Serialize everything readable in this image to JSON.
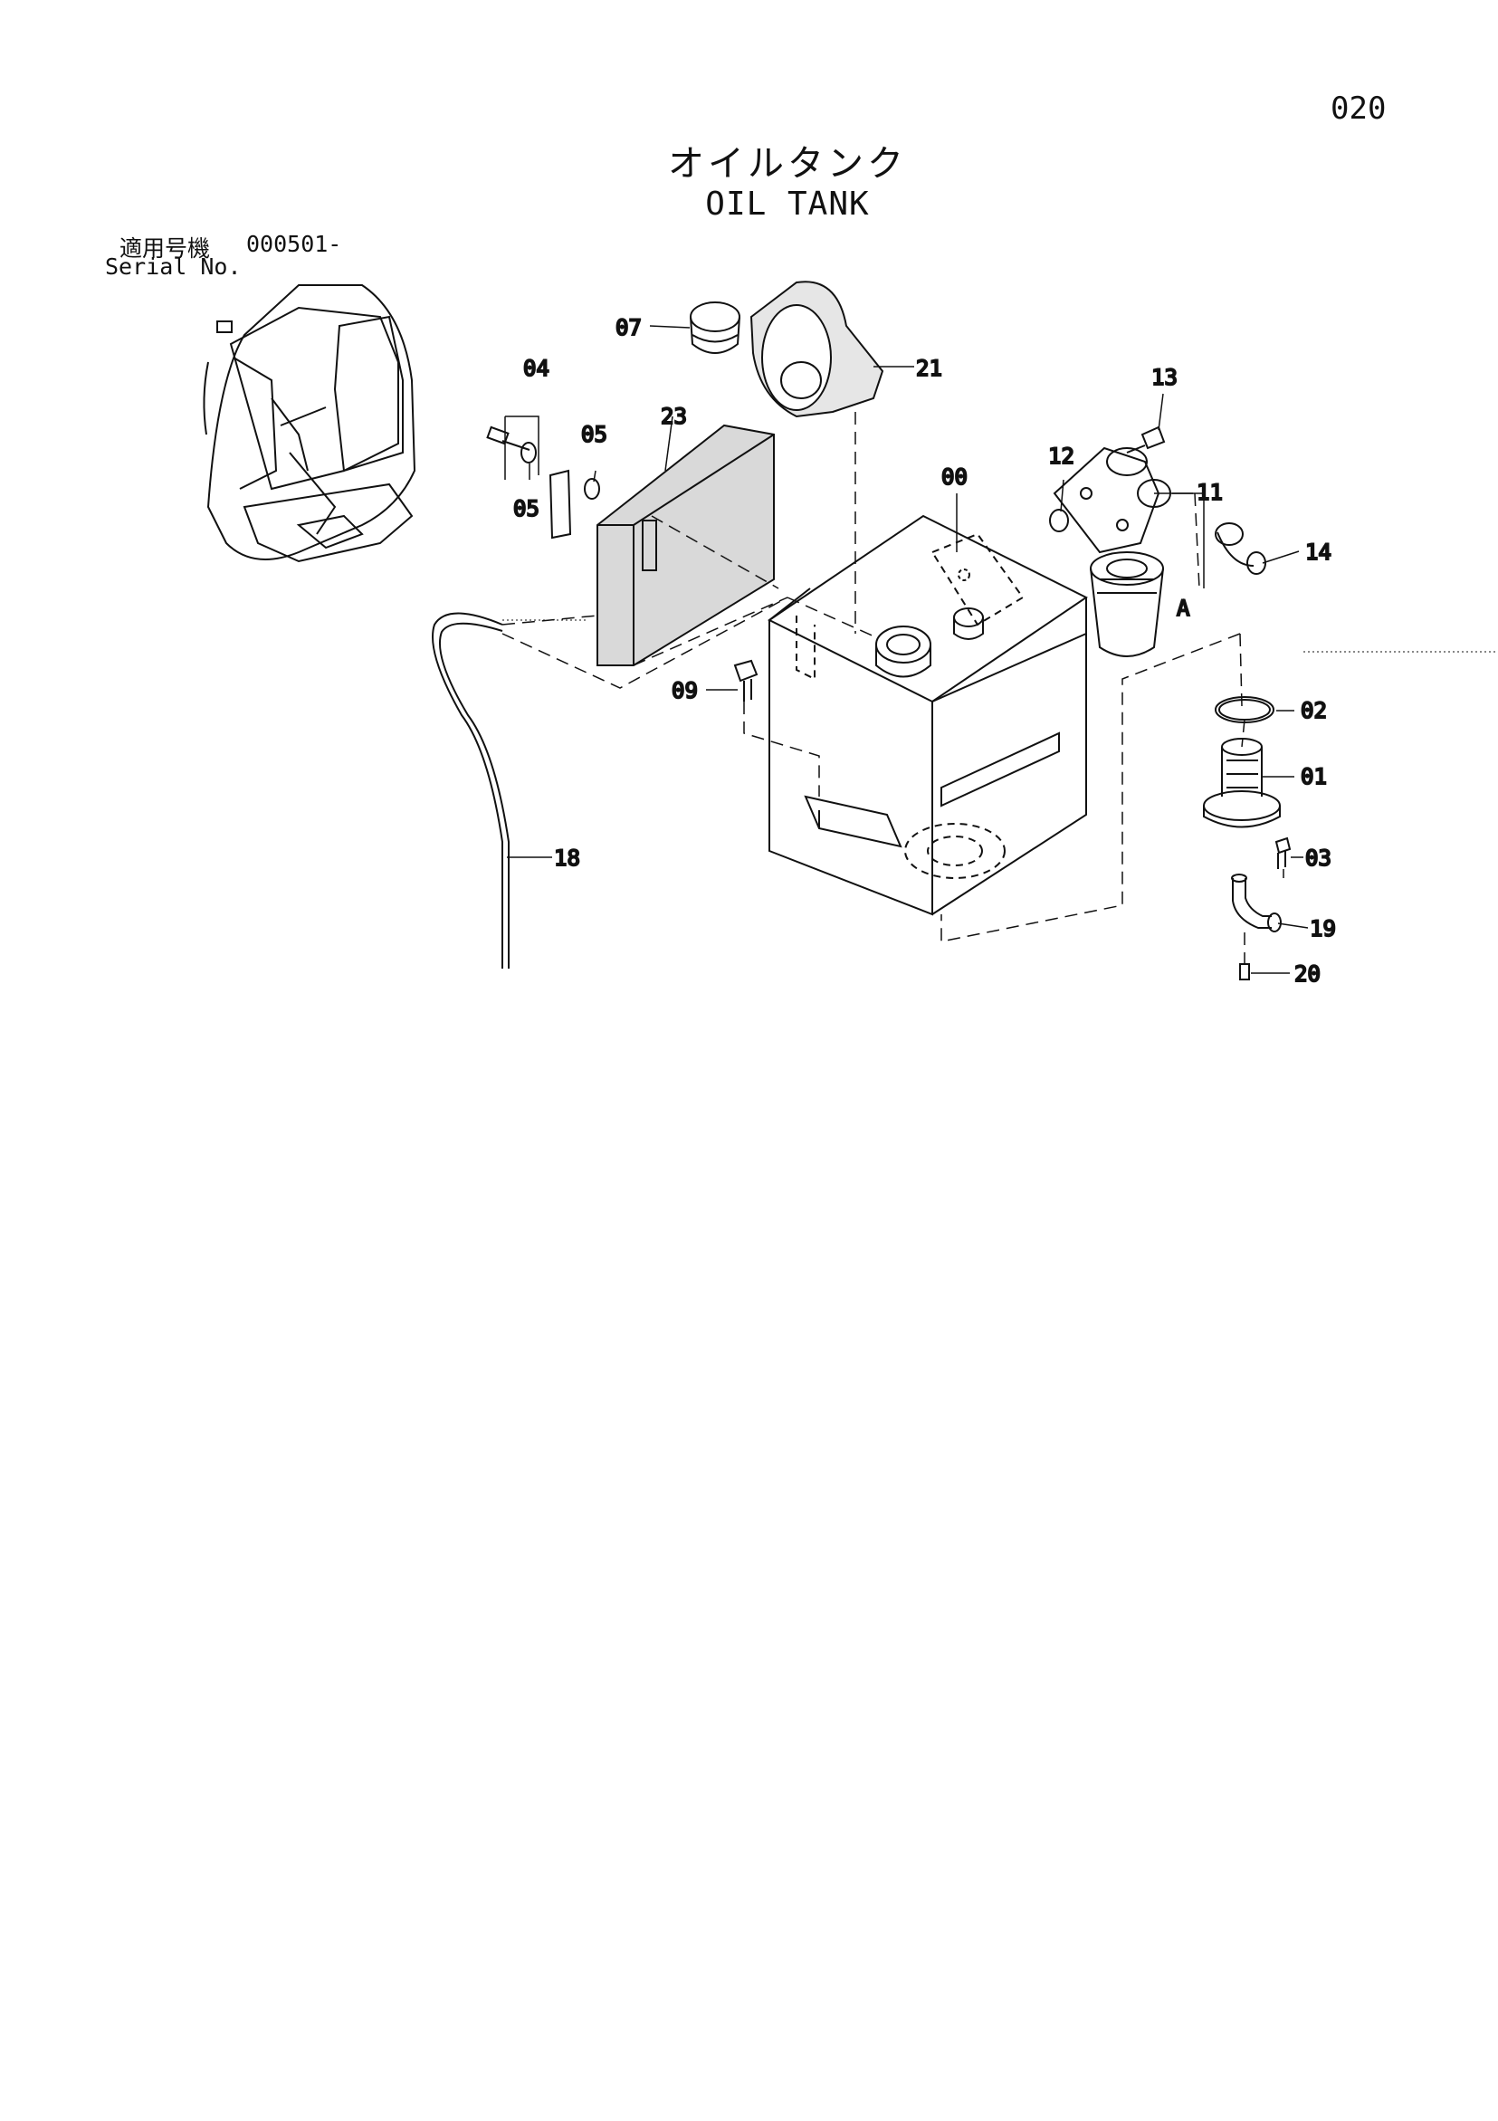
{
  "page_number": "020",
  "title_jp": "オイルタンク",
  "title_en": "OIL TANK",
  "serial": {
    "label_jp": "適用号機",
    "value": "000501-",
    "label_en": "Serial No."
  },
  "callouts": {
    "c00": "00",
    "c01": "01",
    "c02": "02",
    "c03": "03",
    "c04": "04",
    "c05a": "05",
    "c05b": "05",
    "c07": "07",
    "c09": "09",
    "c11": "11",
    "c12": "12",
    "c13": "13",
    "c14": "14",
    "c18": "18",
    "c19": "19",
    "c20": "20",
    "c21": "21",
    "c23": "23",
    "cA": "A"
  }
}
